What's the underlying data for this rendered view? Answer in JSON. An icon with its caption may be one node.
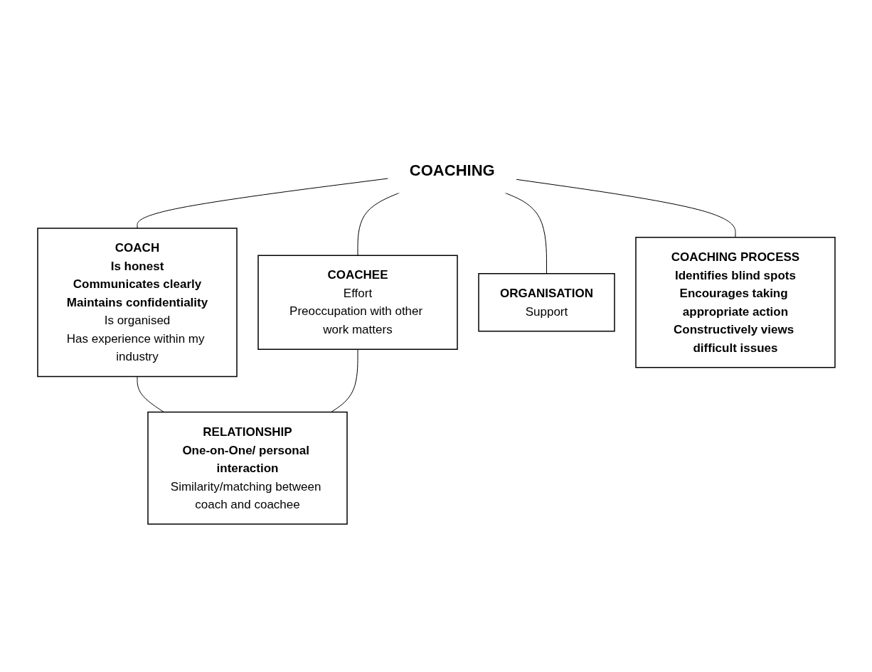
{
  "diagram": {
    "nodes": [
      {
        "text": [
          "COACHING"
        ]
      },
      {
        "text": [
          "COACH",
          "**Is honest**",
          "**Communicates clearly**",
          "**Maintains confidentiality**",
          "Is organised",
          "Has experience within my industry"
        ]
      },
      {
        "text": [
          "COACHEE",
          "Effort",
          "Preoccupation with other work matters"
        ]
      },
      {
        "text": [
          "ORGANISATION",
          "Support"
        ]
      },
      {
        "text": [
          "COACHING PROCESS",
          "**Identifies blind spots**",
          "**Encourages taking appropriate action**",
          "**Constructively views difficult issues**"
        ]
      },
      {
        "text": [
          "RELATIONSHIP",
          "**One-on-One/ personal interaction**",
          "Similarity/matching between coach and coachee"
        ]
      }
    ],
    "edges": [
      {
        "from": 0,
        "to": 1,
        "arrow": "none"
      },
      {
        "from": 0,
        "to": 2,
        "arrow": "none"
      },
      {
        "from": 0,
        "to": 3,
        "arrow": "none"
      },
      {
        "from": 0,
        "to": 4,
        "arrow": "none"
      },
      {
        "from": 1,
        "to": 5,
        "arrow": "none"
      },
      {
        "from": 2,
        "to": 5,
        "arrow": "none"
      }
    ]
  }
}
